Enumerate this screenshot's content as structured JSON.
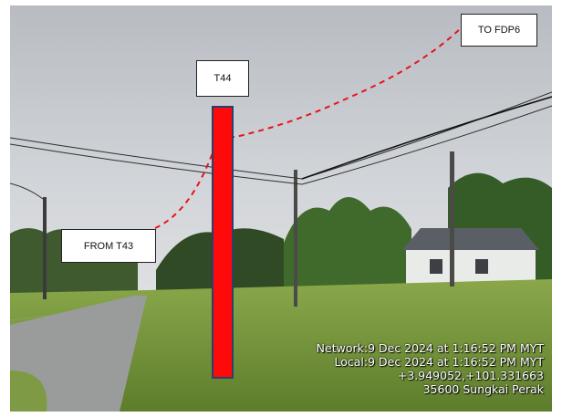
{
  "labels": {
    "to": "TO FDP6",
    "pole": "T44",
    "from": "FROM T43"
  },
  "timestamp": {
    "network": "Network:9 Dec 2024 at 1:16:52 PM MYT",
    "local": "Local:9 Dec 2024 at 1:16:52 PM MYT",
    "coords": "+3.949052,+101.331663",
    "place": "35600 Sungkai Perak"
  },
  "colors": {
    "pole_fill": "#ff0a0a",
    "pole_border": "#2b3f6b",
    "route_line": "#e8141e",
    "sky": "#c9cdd2",
    "grass": "#7a9a3e"
  }
}
